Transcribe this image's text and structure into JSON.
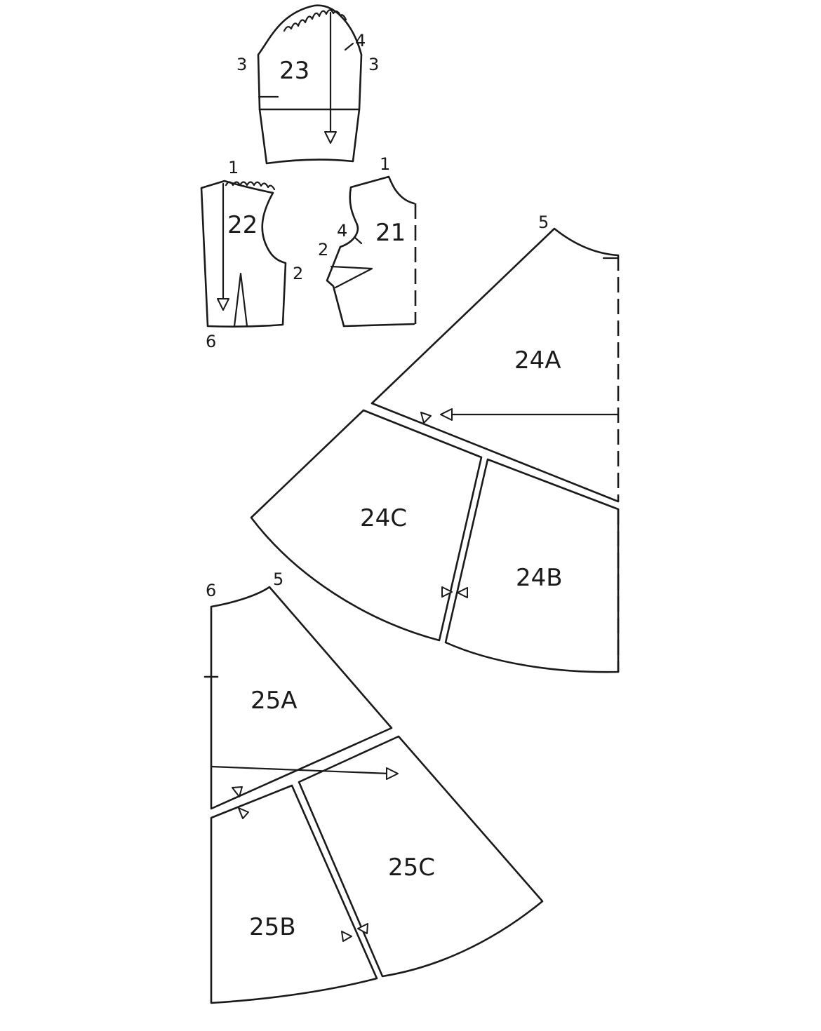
{
  "pieces": [
    {
      "label": "23"
    },
    {
      "label": "22"
    },
    {
      "label": "21"
    },
    {
      "label": "24A"
    },
    {
      "label": "24C"
    },
    {
      "label": "24B"
    },
    {
      "label": "25A"
    },
    {
      "label": "25C"
    },
    {
      "label": "25B"
    }
  ],
  "notch_numbers": {
    "sleeve_left_3": "3",
    "sleeve_right_3": "3",
    "sleeve_4": "4",
    "back_1": "1",
    "back_2": "2",
    "back_6": "6",
    "front_1": "1",
    "front_4": "4",
    "front_2": "2",
    "skirt_back_5": "5",
    "skirt_front_6": "6",
    "skirt_front_5": "5"
  }
}
